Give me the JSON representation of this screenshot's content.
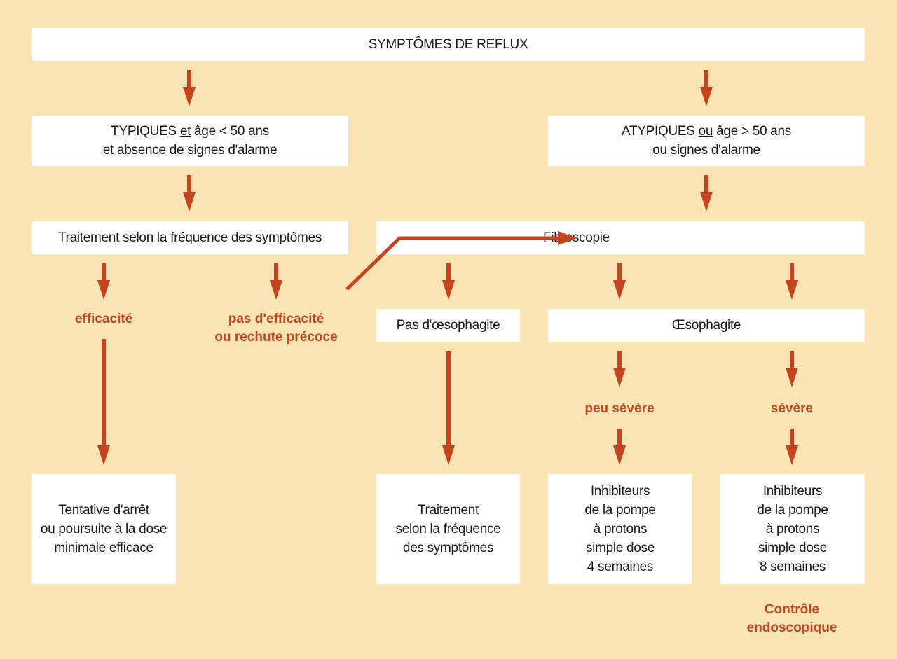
{
  "colors": {
    "background": "#fbe4b4",
    "box": "#ffffff",
    "accent": "#c4441f",
    "text": "#1a1a1a"
  },
  "nodes": {
    "root": {
      "lines": [
        "SYMPTÔMES DE REFLUX"
      ]
    },
    "typiques": {
      "line1_pre": "TYPIQUES ",
      "line1_u": "et",
      "line1_post": " âge < 50 ans",
      "line2_u": "et",
      "line2_post": " absence de signes d'alarme"
    },
    "atypiques": {
      "line1_pre": "ATYPIQUES ",
      "line1_u": "ou",
      "line1_post": " âge > 50 ans",
      "line2_u": "ou",
      "line2_post": " signes d'alarme"
    },
    "traitement_frequence": {
      "lines": [
        "Traitement selon la fréquence des symptômes"
      ]
    },
    "fibroscopie": {
      "lines": [
        "Fibroscopie"
      ]
    },
    "pas_oesophagite": {
      "lines": [
        "Pas d'œsophagite"
      ]
    },
    "oesophagite": {
      "lines": [
        "Œsophagite"
      ]
    },
    "tentative_arret": {
      "lines": [
        "Tentative d'arrêt",
        "ou poursuite à la dose",
        "minimale efficace"
      ]
    },
    "traitement_selon": {
      "lines": [
        "Traitement",
        "selon la fréquence",
        "des symptômes"
      ]
    },
    "ipp_4": {
      "lines": [
        "Inhibiteurs",
        "de la pompe",
        "à protons",
        "simple dose",
        "4 semaines"
      ]
    },
    "ipp_8": {
      "lines": [
        "Inhibiteurs",
        "de la pompe",
        "à protons",
        "simple dose",
        "8 semaines"
      ]
    }
  },
  "labels": {
    "efficacite": [
      "efficacité"
    ],
    "pas_efficacite": [
      "pas d'efficacité",
      "ou rechute précoce"
    ],
    "peu_severe": [
      "peu sévère"
    ],
    "severe": [
      "sévère"
    ],
    "controle": [
      "Contrôle",
      "endoscopique"
    ]
  },
  "edges": [
    {
      "from": "root",
      "to": "typiques"
    },
    {
      "from": "root",
      "to": "atypiques"
    },
    {
      "from": "typiques",
      "to": "traitement_frequence"
    },
    {
      "from": "atypiques",
      "to": "fibroscopie"
    },
    {
      "from": "traitement_frequence",
      "to": "efficacite"
    },
    {
      "from": "traitement_frequence",
      "to": "pas_efficacite"
    },
    {
      "from": "pas_efficacite",
      "to": "fibroscopie"
    },
    {
      "from": "fibroscopie",
      "to": "pas_oesophagite"
    },
    {
      "from": "fibroscopie",
      "to": "oesophagite"
    },
    {
      "from": "efficacite",
      "to": "tentative_arret"
    },
    {
      "from": "pas_oesophagite",
      "to": "traitement_selon"
    },
    {
      "from": "oesophagite",
      "to": "peu_severe"
    },
    {
      "from": "oesophagite",
      "to": "severe"
    },
    {
      "from": "peu_severe",
      "to": "ipp_4"
    },
    {
      "from": "severe",
      "to": "ipp_8"
    }
  ]
}
